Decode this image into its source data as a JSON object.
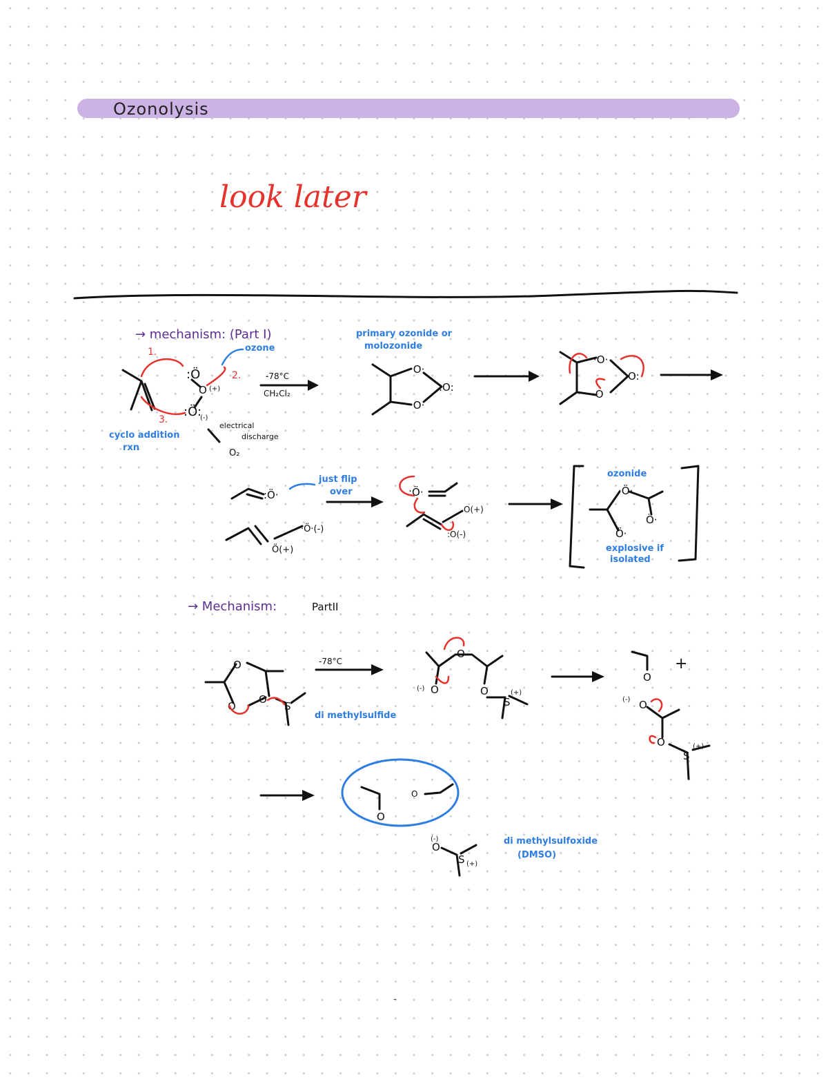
{
  "title": "Ozonolysis",
  "note": "look later",
  "sections": {
    "part1_heading": "→ mechanism: (Part I)",
    "part2_heading_prefix": "→ Mechanism:",
    "part2_heading_suffix": "PartII"
  },
  "labels": {
    "ozone": "ozone",
    "cond1_temp": "-78°C",
    "cond1_solvent": "CH₂Cl₂",
    "step1": "1.",
    "step2": "2.",
    "step3": "3.",
    "cycloaddition": "cyclo addition",
    "cycloaddition2": "rxn",
    "electrical": "electrical",
    "discharge": "discharge",
    "o2": "O₂",
    "primary_ozonide": "primary ozonide or",
    "molozonide": "molozonide",
    "just_flip_1": "just flip",
    "just_flip_2": "over",
    "ozonide": "ozonide",
    "explosive_1": "explosive if",
    "explosive_2": "isolated",
    "cond2_temp": "-78°C",
    "dimethylsulfide": "di methylsulfide",
    "dmso_1": "di methylsulfoxide",
    "dmso_2": "(DMSO)",
    "plus": "+",
    "neg": "(-)",
    "pos": "(+)",
    "page_number": "-"
  },
  "colors": {
    "title_bar": "#cdb2e6",
    "note_red": "#e5322d",
    "label_blue": "#2f7de0",
    "heading_purple": "#5b2d91"
  }
}
